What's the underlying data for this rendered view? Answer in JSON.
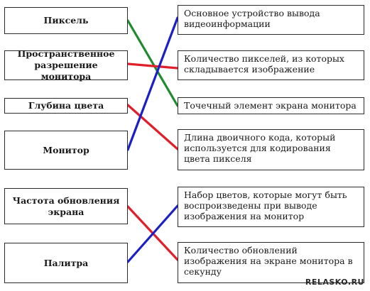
{
  "terms": {
    "pixel": "Пиксель",
    "resolution": "Пространственное разрешение монитора",
    "color_depth": "Глубина цвета",
    "monitor": "Монитор",
    "refresh_rate": "Частота обновления экрана",
    "palette": "Палитра"
  },
  "definitions": {
    "output_device": "Основное устройство вывода видеоинформации",
    "pixel_count": "Количество пикселей, из которых складывается изображение",
    "dot_element": "Точечный элемент экрана монитора",
    "code_length": "Длина двоичного кода, который используется для кодирования цвета пикселя",
    "color_set": "Набор цветов, которые могут быть воспроизведены при выводе изображения на монитор",
    "update_count": "Количество обновлений изображения на экране монитора в секунду"
  },
  "connections": [
    {
      "from": "Пиксель",
      "to": "Точечный элемент экрана монитора",
      "color": "#1e8c2e"
    },
    {
      "from": "Пространственное разрешение монитора",
      "to": "Количество пикселей, из которых складывается изображение",
      "color": "#e01f2a"
    },
    {
      "from": "Глубина цвета",
      "to": "Длина двоичного кода, который используется для кодирования цвета пикселя",
      "color": "#e01f2a"
    },
    {
      "from": "Монитор",
      "to": "Основное устройство вывода видеоинформации",
      "color": "#1a1fc8"
    },
    {
      "from": "Частота обновления экрана",
      "to": "Количество обновлений изображения на экране монитора в секунду",
      "color": "#e01f2a"
    },
    {
      "from": "Палитра",
      "to": "Набор цветов, которые могут быть воспроизведены при выводе изображения на монитор",
      "color": "#1a1fc8"
    }
  ],
  "watermark": "RELASKO.RU"
}
